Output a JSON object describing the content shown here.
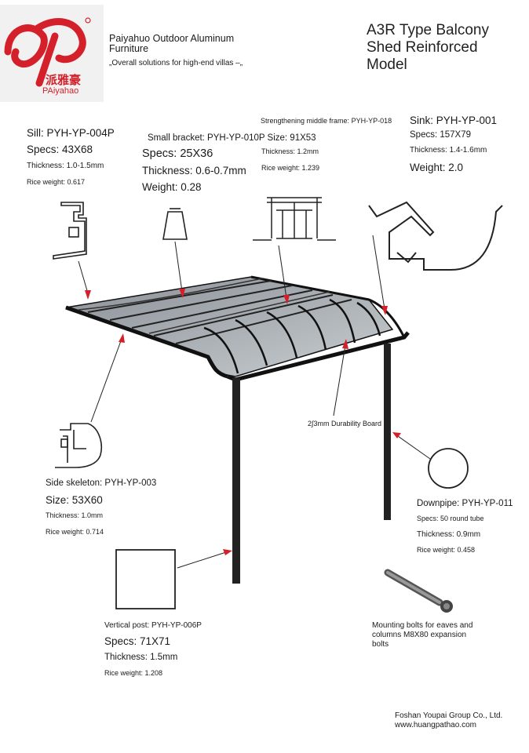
{
  "header": {
    "logo_text": "派雅豪",
    "logo_subtext": "PAiyahao",
    "company_name": "Paiyahuo Outdoor Aluminum Furniture",
    "tagline": "„Overall solutions for high-end villas –„",
    "title": "A3R Type Balcony Shed Reinforced Model"
  },
  "parts": {
    "sill": {
      "name": "Sill: PYH-YP-004P",
      "specs": "Specs: 43X68",
      "thickness": "Thickness: 1.0-1.5mm",
      "weight": "Rice weight: 0.617"
    },
    "small_bracket": {
      "name": "Small bracket: PYH-YP-010P Size: 91X53",
      "specs": "Specs: 25X36",
      "thickness": "Thickness: 0.6-0.7mm",
      "weight": "Weight: 0.28"
    },
    "middle_frame": {
      "name": "Strengthening middle frame: PYH-YP-018",
      "thickness": "Thickness: 1.2mm",
      "weight": "Rice weight: 1.239"
    },
    "sink": {
      "name": "Sink: PYH-YP-001",
      "specs": "Specs: 157X79",
      "thickness": "Thickness: 1.4-1.6mm",
      "weight": "Weight: 2.0"
    },
    "side_skeleton": {
      "name": "Side skeleton: PYH-YP-003",
      "specs": "Size: 53X60",
      "thickness": "Thickness: 1.0mm",
      "weight": "Rice weight: 0.714"
    },
    "downpipe": {
      "name": "Downpipe: PYH-YP-011",
      "specs": "Specs: 50 round tube",
      "thickness": "Thickness: 0.9mm",
      "weight": "Rice weight: 0.458"
    },
    "vertical_post": {
      "name": "Vertical post: PYH-YP-006P",
      "specs": "Specs: 71X71",
      "thickness": "Thickness: 1.5mm",
      "weight": "Rice weight: 1.208"
    }
  },
  "board_label": "2∫3mm Durability Board",
  "bolts_label": "Mounting bolts for eaves and columns M8X80 expansion bolts",
  "footer": "Foshan Youpai Group Co., Ltd. www.huangpathao.com",
  "colors": {
    "accent": "#d4202a",
    "line": "#1a1a1a",
    "panel": "#9ea3a8"
  }
}
